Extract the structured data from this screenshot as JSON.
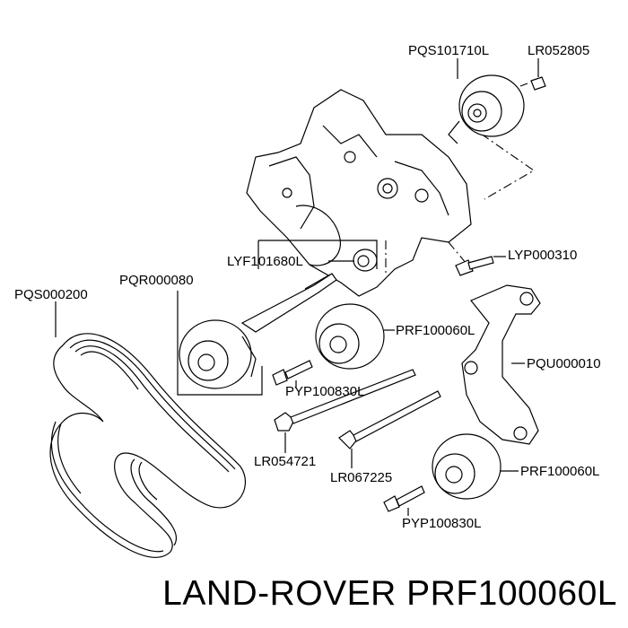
{
  "labels": {
    "tensioner_top": "PQS101710L",
    "bolt_top": "LR052805",
    "idler_small": "LYF101680L",
    "tensioner_arm": "PQR000080",
    "belt": "PQS000200",
    "bolt_right": "LYP000310",
    "pulley_mid": "PRF100060L",
    "bracket": "PQU000010",
    "bolt_mid": "PYP100830L",
    "bolt_long_left": "LR054721",
    "bolt_long_right": "LR067225",
    "pulley_low": "PRF100060L",
    "bolt_low": "PYP100830L"
  },
  "footer": {
    "title": "LAND-ROVER PRF100060L"
  }
}
